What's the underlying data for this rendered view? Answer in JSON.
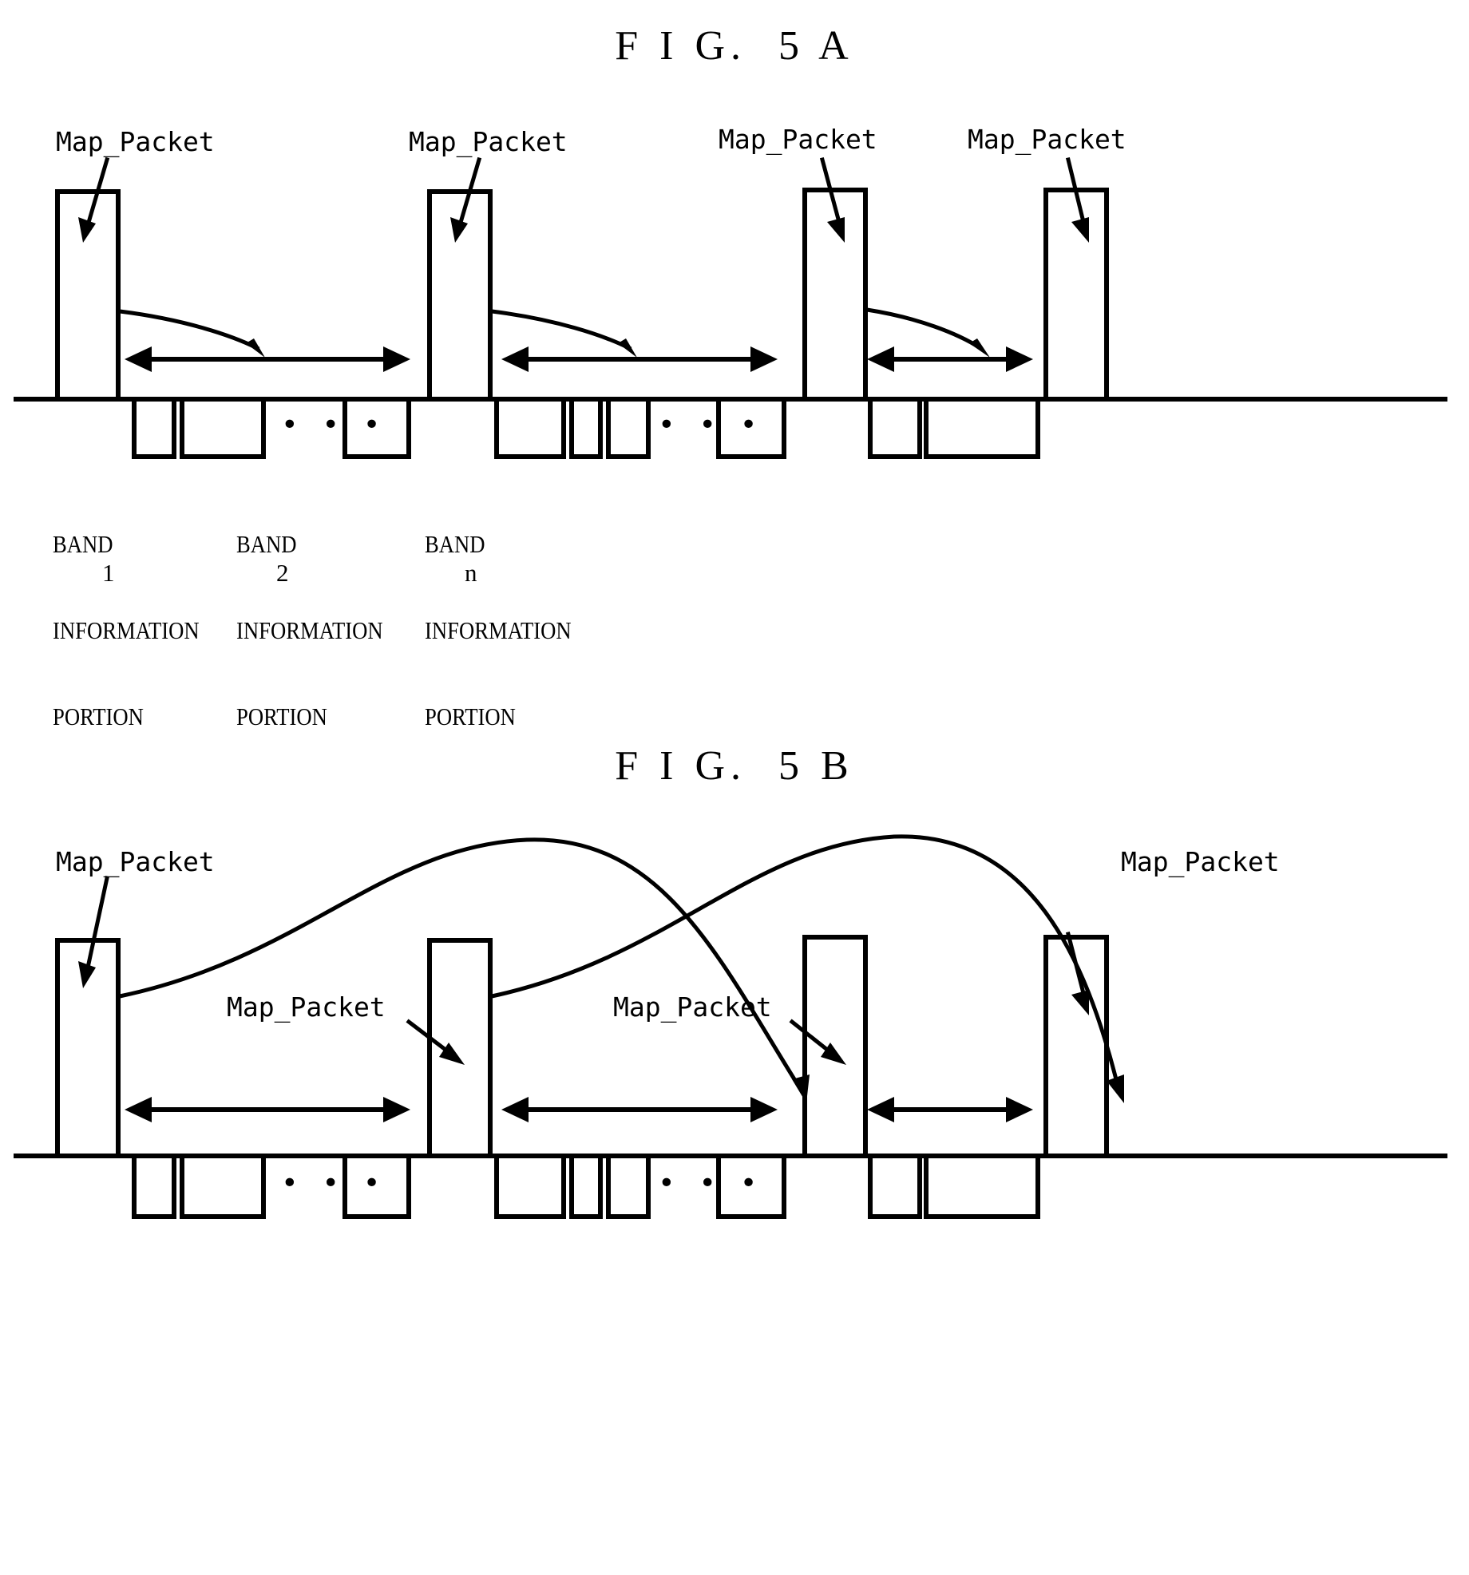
{
  "document": {
    "type": "patent-figure-sheet",
    "background_color": "#ffffff",
    "ink_color": "#000000"
  },
  "figures": [
    {
      "id": "fig-5a",
      "title": "F I G.  5 A",
      "packet_labels": [
        {
          "text": "Map_Packet"
        },
        {
          "text": "Map_Packet"
        },
        {
          "text": "Map_Packet"
        },
        {
          "text": "Map_Packet"
        }
      ],
      "band_labels": [
        {
          "line1": "BAND",
          "line2": "INFORMATION",
          "line3": "PORTION",
          "index": "1"
        },
        {
          "line1": "BAND",
          "line2": "INFORMATION",
          "line3": "PORTION",
          "index": "2"
        },
        {
          "line1": "BAND",
          "line2": "INFORMATION",
          "line3": "PORTION",
          "index": "n"
        }
      ],
      "ellipsis": [
        "• • •",
        "• • •"
      ],
      "description": "Map packets shown as tall bars above a timeline axis, each with a curved arrow pointing to the double-headed span arrow that follows it; band information portions are drawn as boxes hanging below the axis."
    },
    {
      "id": "fig-5b",
      "title": "F I G.  5 B",
      "packet_labels": [
        {
          "text": "Map_Packet"
        },
        {
          "text": "Map_Packet"
        },
        {
          "text": "Map_Packet"
        },
        {
          "text": "Map_Packet"
        }
      ],
      "ellipsis": [
        "• • •",
        "• • •"
      ],
      "description": "Same timeline structure as 5A, but the curved arrows arc far to the right, each map packet pointing to a later span rather than the immediately following one."
    }
  ],
  "chart_data": {
    "type": "diagram",
    "title": "Map packet scheduling timeline",
    "axis": {
      "orientation": "horizontal",
      "label": ""
    }
  }
}
